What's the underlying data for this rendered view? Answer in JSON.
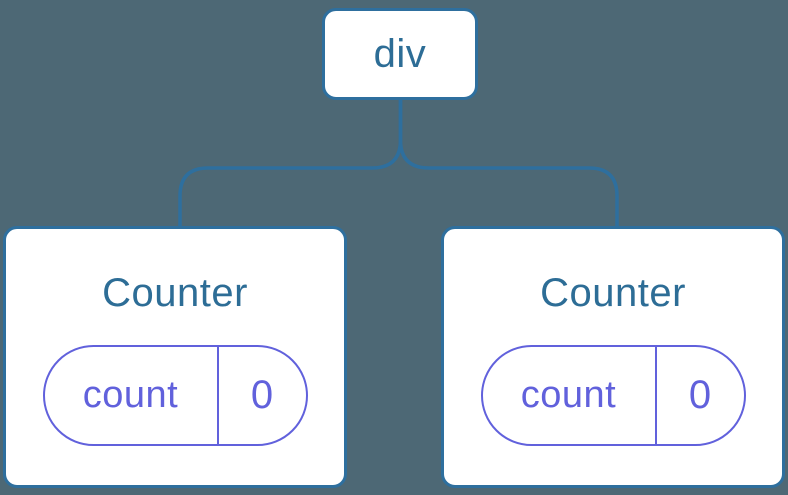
{
  "diagram": {
    "root": {
      "label": "div"
    },
    "children": [
      {
        "title": "Counter",
        "state": {
          "key": "count",
          "value": "0"
        }
      },
      {
        "title": "Counter",
        "state": {
          "key": "count",
          "value": "0"
        }
      }
    ],
    "colors": {
      "background": "#4d6875",
      "node_border": "#2e6f9e",
      "node_text": "#2d6d96",
      "state_accent": "#6161dc",
      "card_bg": "#ffffff"
    }
  }
}
